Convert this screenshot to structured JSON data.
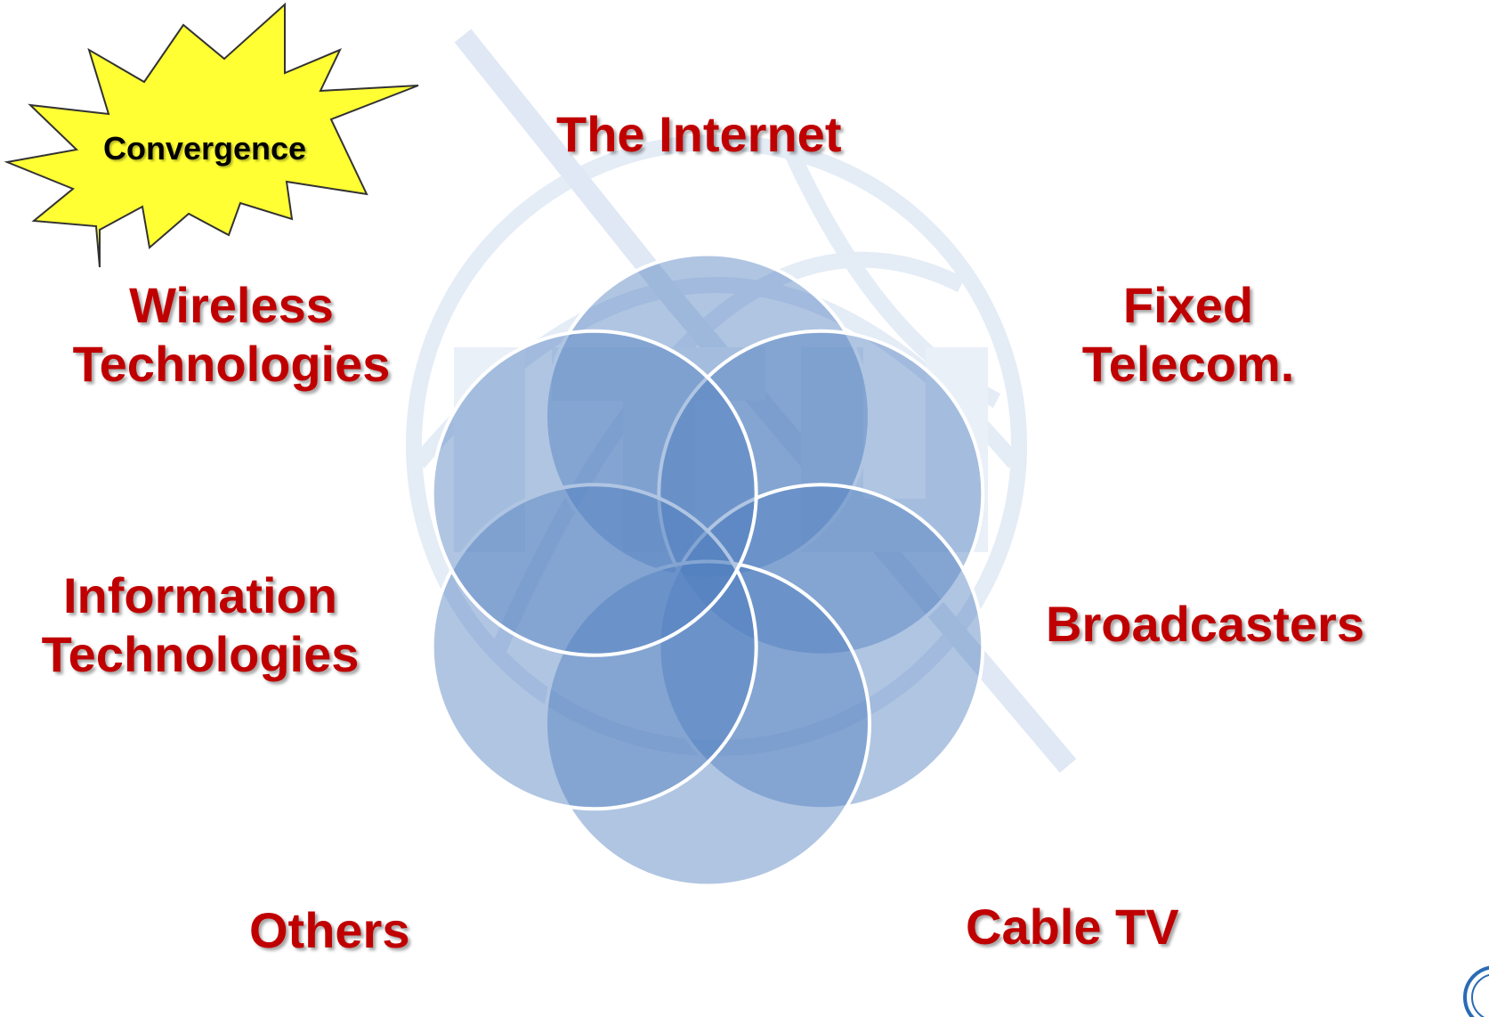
{
  "burst": {
    "text": "Convergence",
    "fill": "#ffff33",
    "stroke": "#333333"
  },
  "labels": {
    "internet": "The Internet",
    "wireless": [
      "Wireless",
      "Technologies"
    ],
    "fixed": [
      "Fixed",
      "Telecom."
    ],
    "information": [
      "Information",
      "Technologies"
    ],
    "broadcasters": "Broadcasters",
    "others": "Others",
    "cable": "Cable TV"
  },
  "colors": {
    "label_text": "#c00000",
    "circle_fill": "#4f7fbf",
    "circle_stroke": "#ffffff",
    "watermark": "#e6edf7"
  },
  "diagram": {
    "type": "overlapping-circles",
    "circle_count": 6
  },
  "logo": {
    "icon": "itu-logo-icon"
  }
}
